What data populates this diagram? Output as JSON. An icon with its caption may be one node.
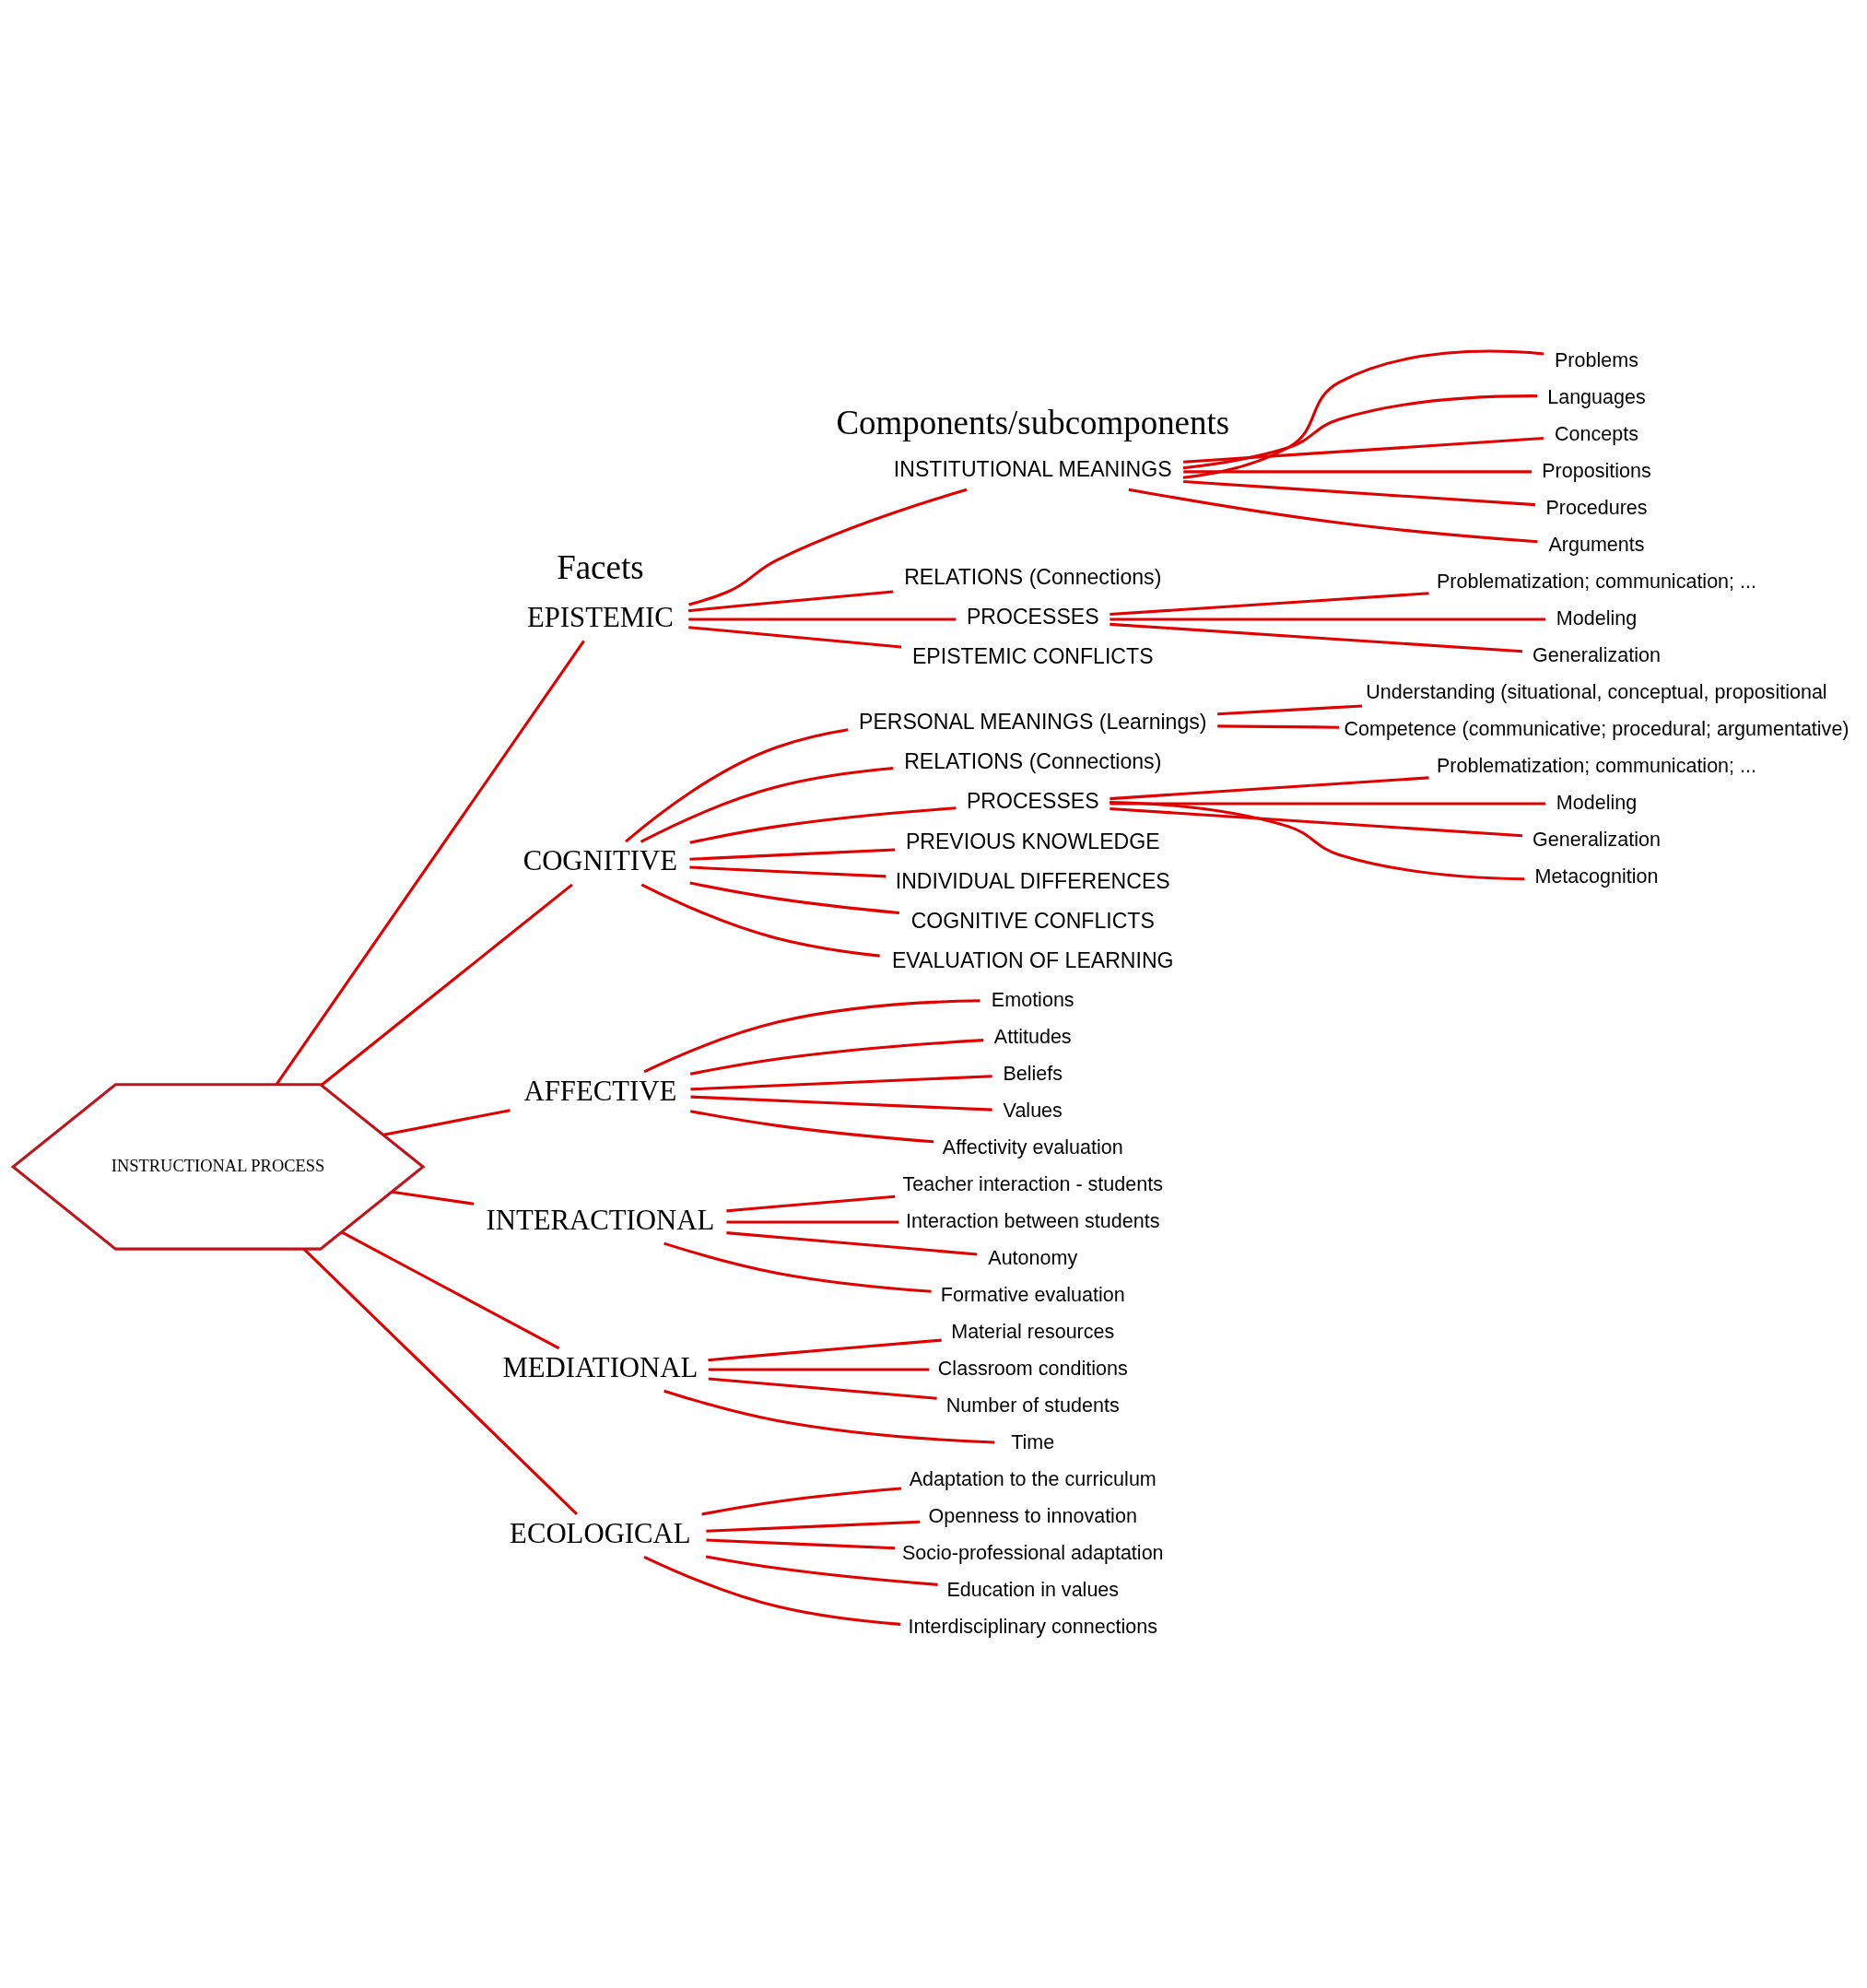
{
  "diagram": {
    "nodes": [
      {
        "text": [
          "INSTRUCTIONAL PROCESS"
        ]
      },
      {
        "text": [
          "EPISTEMIC"
        ]
      },
      {
        "text": [
          "COGNITIVE"
        ]
      },
      {
        "text": [
          "AFFECTIVE"
        ]
      },
      {
        "text": [
          "INTERACTIONAL"
        ]
      },
      {
        "text": [
          "MEDIATIONAL"
        ]
      },
      {
        "text": [
          "ECOLOGICAL"
        ]
      },
      {
        "text": [
          "INSTITUTIONAL MEANINGS"
        ]
      },
      {
        "text": [
          "RELATIONS (Connections)"
        ]
      },
      {
        "text": [
          "PROCESSES"
        ]
      },
      {
        "text": [
          "EPISTEMIC CONFLICTS"
        ]
      },
      {
        "text": [
          "Problems"
        ]
      },
      {
        "text": [
          "Languages"
        ]
      },
      {
        "text": [
          "Concepts"
        ]
      },
      {
        "text": [
          "Propositions"
        ]
      },
      {
        "text": [
          "Procedures"
        ]
      },
      {
        "text": [
          "Arguments"
        ]
      },
      {
        "text": [
          "Problematization; communication; ..."
        ]
      },
      {
        "text": [
          "Modeling"
        ]
      },
      {
        "text": [
          "Generalization"
        ]
      },
      {
        "text": [
          "PERSONAL MEANINGS (Learnings)"
        ]
      },
      {
        "text": [
          "RELATIONS (Connections)"
        ]
      },
      {
        "text": [
          "PROCESSES"
        ]
      },
      {
        "text": [
          "PREVIOUS KNOWLEDGE"
        ]
      },
      {
        "text": [
          "INDIVIDUAL DIFFERENCES"
        ]
      },
      {
        "text": [
          "COGNITIVE CONFLICTS"
        ]
      },
      {
        "text": [
          "EVALUATION OF LEARNING"
        ]
      },
      {
        "text": [
          "Understanding (situational, conceptual, propositional"
        ]
      },
      {
        "text": [
          "Competence (communicative; procedural; argumentative)"
        ]
      },
      {
        "text": [
          "Problematization; communication; ..."
        ]
      },
      {
        "text": [
          "Modeling"
        ]
      },
      {
        "text": [
          "Generalization"
        ]
      },
      {
        "text": [
          "Metacognition"
        ]
      },
      {
        "text": [
          "Emotions"
        ]
      },
      {
        "text": [
          "Attitudes"
        ]
      },
      {
        "text": [
          "Beliefs"
        ]
      },
      {
        "text": [
          "Values"
        ]
      },
      {
        "text": [
          "Affectivity evaluation"
        ]
      },
      {
        "text": [
          "Teacher interaction - students"
        ]
      },
      {
        "text": [
          "Interaction between students"
        ]
      },
      {
        "text": [
          "Autonomy"
        ]
      },
      {
        "text": [
          "Formative evaluation"
        ]
      },
      {
        "text": [
          "Material resources"
        ]
      },
      {
        "text": [
          "Classroom conditions"
        ]
      },
      {
        "text": [
          "Number of students"
        ]
      },
      {
        "text": [
          "Time"
        ]
      },
      {
        "text": [
          "Adaptation to the curriculum"
        ]
      },
      {
        "text": [
          "Openness to innovation"
        ]
      },
      {
        "text": [
          "Socio-professional adaptation"
        ]
      },
      {
        "text": [
          "Education in values"
        ]
      },
      {
        "text": [
          "Interdisciplinary connections"
        ]
      }
    ],
    "edges": [
      {
        "from": 0,
        "to": 1,
        "arrow": "none"
      },
      {
        "from": 0,
        "to": 2,
        "arrow": "none"
      },
      {
        "from": 0,
        "to": 3,
        "arrow": "none"
      },
      {
        "from": 0,
        "to": 4,
        "arrow": "none"
      },
      {
        "from": 0,
        "to": 5,
        "arrow": "none"
      },
      {
        "from": 0,
        "to": 6,
        "arrow": "none"
      },
      {
        "from": 1,
        "to": 7,
        "arrow": "none"
      },
      {
        "from": 1,
        "to": 8,
        "arrow": "none"
      },
      {
        "from": 1,
        "to": 9,
        "arrow": "none"
      },
      {
        "from": 1,
        "to": 10,
        "arrow": "none"
      },
      {
        "from": 7,
        "to": 11,
        "arrow": "none"
      },
      {
        "from": 7,
        "to": 12,
        "arrow": "none"
      },
      {
        "from": 7,
        "to": 13,
        "arrow": "none"
      },
      {
        "from": 7,
        "to": 14,
        "arrow": "none"
      },
      {
        "from": 7,
        "to": 15,
        "arrow": "none"
      },
      {
        "from": 7,
        "to": 16,
        "arrow": "none"
      },
      {
        "from": 9,
        "to": 17,
        "arrow": "none"
      },
      {
        "from": 9,
        "to": 18,
        "arrow": "none"
      },
      {
        "from": 9,
        "to": 19,
        "arrow": "none"
      },
      {
        "from": 2,
        "to": 20,
        "arrow": "none"
      },
      {
        "from": 2,
        "to": 21,
        "arrow": "none"
      },
      {
        "from": 2,
        "to": 22,
        "arrow": "none"
      },
      {
        "from": 2,
        "to": 23,
        "arrow": "none"
      },
      {
        "from": 2,
        "to": 24,
        "arrow": "none"
      },
      {
        "from": 2,
        "to": 25,
        "arrow": "none"
      },
      {
        "from": 2,
        "to": 26,
        "arrow": "none"
      },
      {
        "from": 20,
        "to": 27,
        "arrow": "none"
      },
      {
        "from": 20,
        "to": 28,
        "arrow": "none"
      },
      {
        "from": 22,
        "to": 29,
        "arrow": "none"
      },
      {
        "from": 22,
        "to": 30,
        "arrow": "none"
      },
      {
        "from": 22,
        "to": 31,
        "arrow": "none"
      },
      {
        "from": 22,
        "to": 32,
        "arrow": "none"
      },
      {
        "from": 3,
        "to": 33,
        "arrow": "none"
      },
      {
        "from": 3,
        "to": 34,
        "arrow": "none"
      },
      {
        "from": 3,
        "to": 35,
        "arrow": "none"
      },
      {
        "from": 3,
        "to": 36,
        "arrow": "none"
      },
      {
        "from": 3,
        "to": 37,
        "arrow": "none"
      },
      {
        "from": 4,
        "to": 38,
        "arrow": "none"
      },
      {
        "from": 4,
        "to": 39,
        "arrow": "none"
      },
      {
        "from": 4,
        "to": 40,
        "arrow": "none"
      },
      {
        "from": 4,
        "to": 41,
        "arrow": "none"
      },
      {
        "from": 5,
        "to": 42,
        "arrow": "none"
      },
      {
        "from": 5,
        "to": 43,
        "arrow": "none"
      },
      {
        "from": 5,
        "to": 44,
        "arrow": "none"
      },
      {
        "from": 5,
        "to": 45,
        "arrow": "none"
      },
      {
        "from": 6,
        "to": 46,
        "arrow": "none"
      },
      {
        "from": 6,
        "to": 47,
        "arrow": "none"
      },
      {
        "from": 6,
        "to": 48,
        "arrow": "none"
      },
      {
        "from": 6,
        "to": 49,
        "arrow": "none"
      },
      {
        "from": 6,
        "to": 50,
        "arrow": "none"
      }
    ],
    "labels": [
      "Facets",
      "Components/subcomponents"
    ]
  }
}
